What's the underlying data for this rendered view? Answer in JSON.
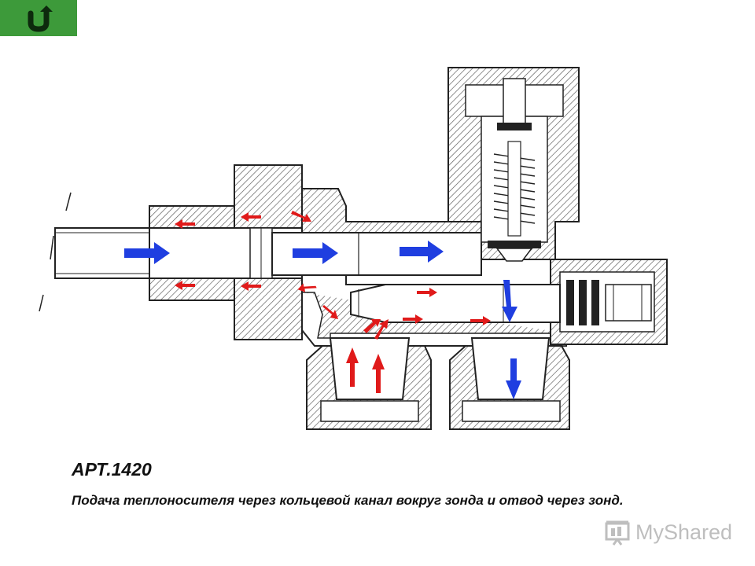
{
  "nav": {
    "back_icon": "u-turn-back-icon",
    "color": "#3d9a3a"
  },
  "diagram": {
    "flow_in_color": "#1f3ee0",
    "flow_out_color": "#e01a1a",
    "line_color": "#222222"
  },
  "article": {
    "title": "АРТ.1420",
    "caption": "Подача теплоносителя через кольцевой канал вокруг зонда и отвод через зонд."
  },
  "watermark": {
    "logo_icon": "myshared-logo-icon",
    "text": "MyShared"
  }
}
